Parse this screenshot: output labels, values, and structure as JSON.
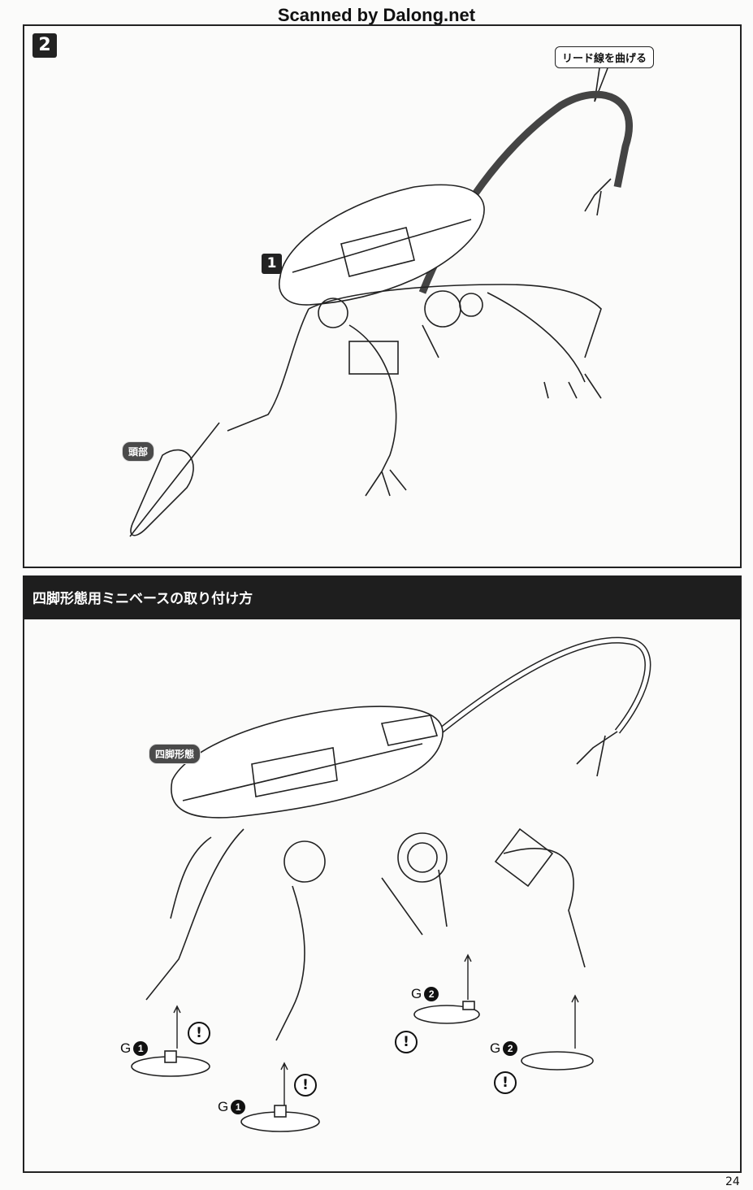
{
  "watermark": "Scanned by Dalong.net",
  "step1": {
    "number": "2",
    "callout": "リード線を曲げる",
    "part_badge": "1",
    "head_label": "頭部"
  },
  "step2": {
    "title": "四脚形態用ミニベースの取り付け方",
    "mode_label": "四脚形態",
    "bases": [
      {
        "part": "G",
        "num": "1"
      },
      {
        "part": "G",
        "num": "2"
      },
      {
        "part": "G",
        "num": "2"
      },
      {
        "part": "G",
        "num": "1"
      }
    ],
    "warning": "!"
  },
  "page_number": "24"
}
